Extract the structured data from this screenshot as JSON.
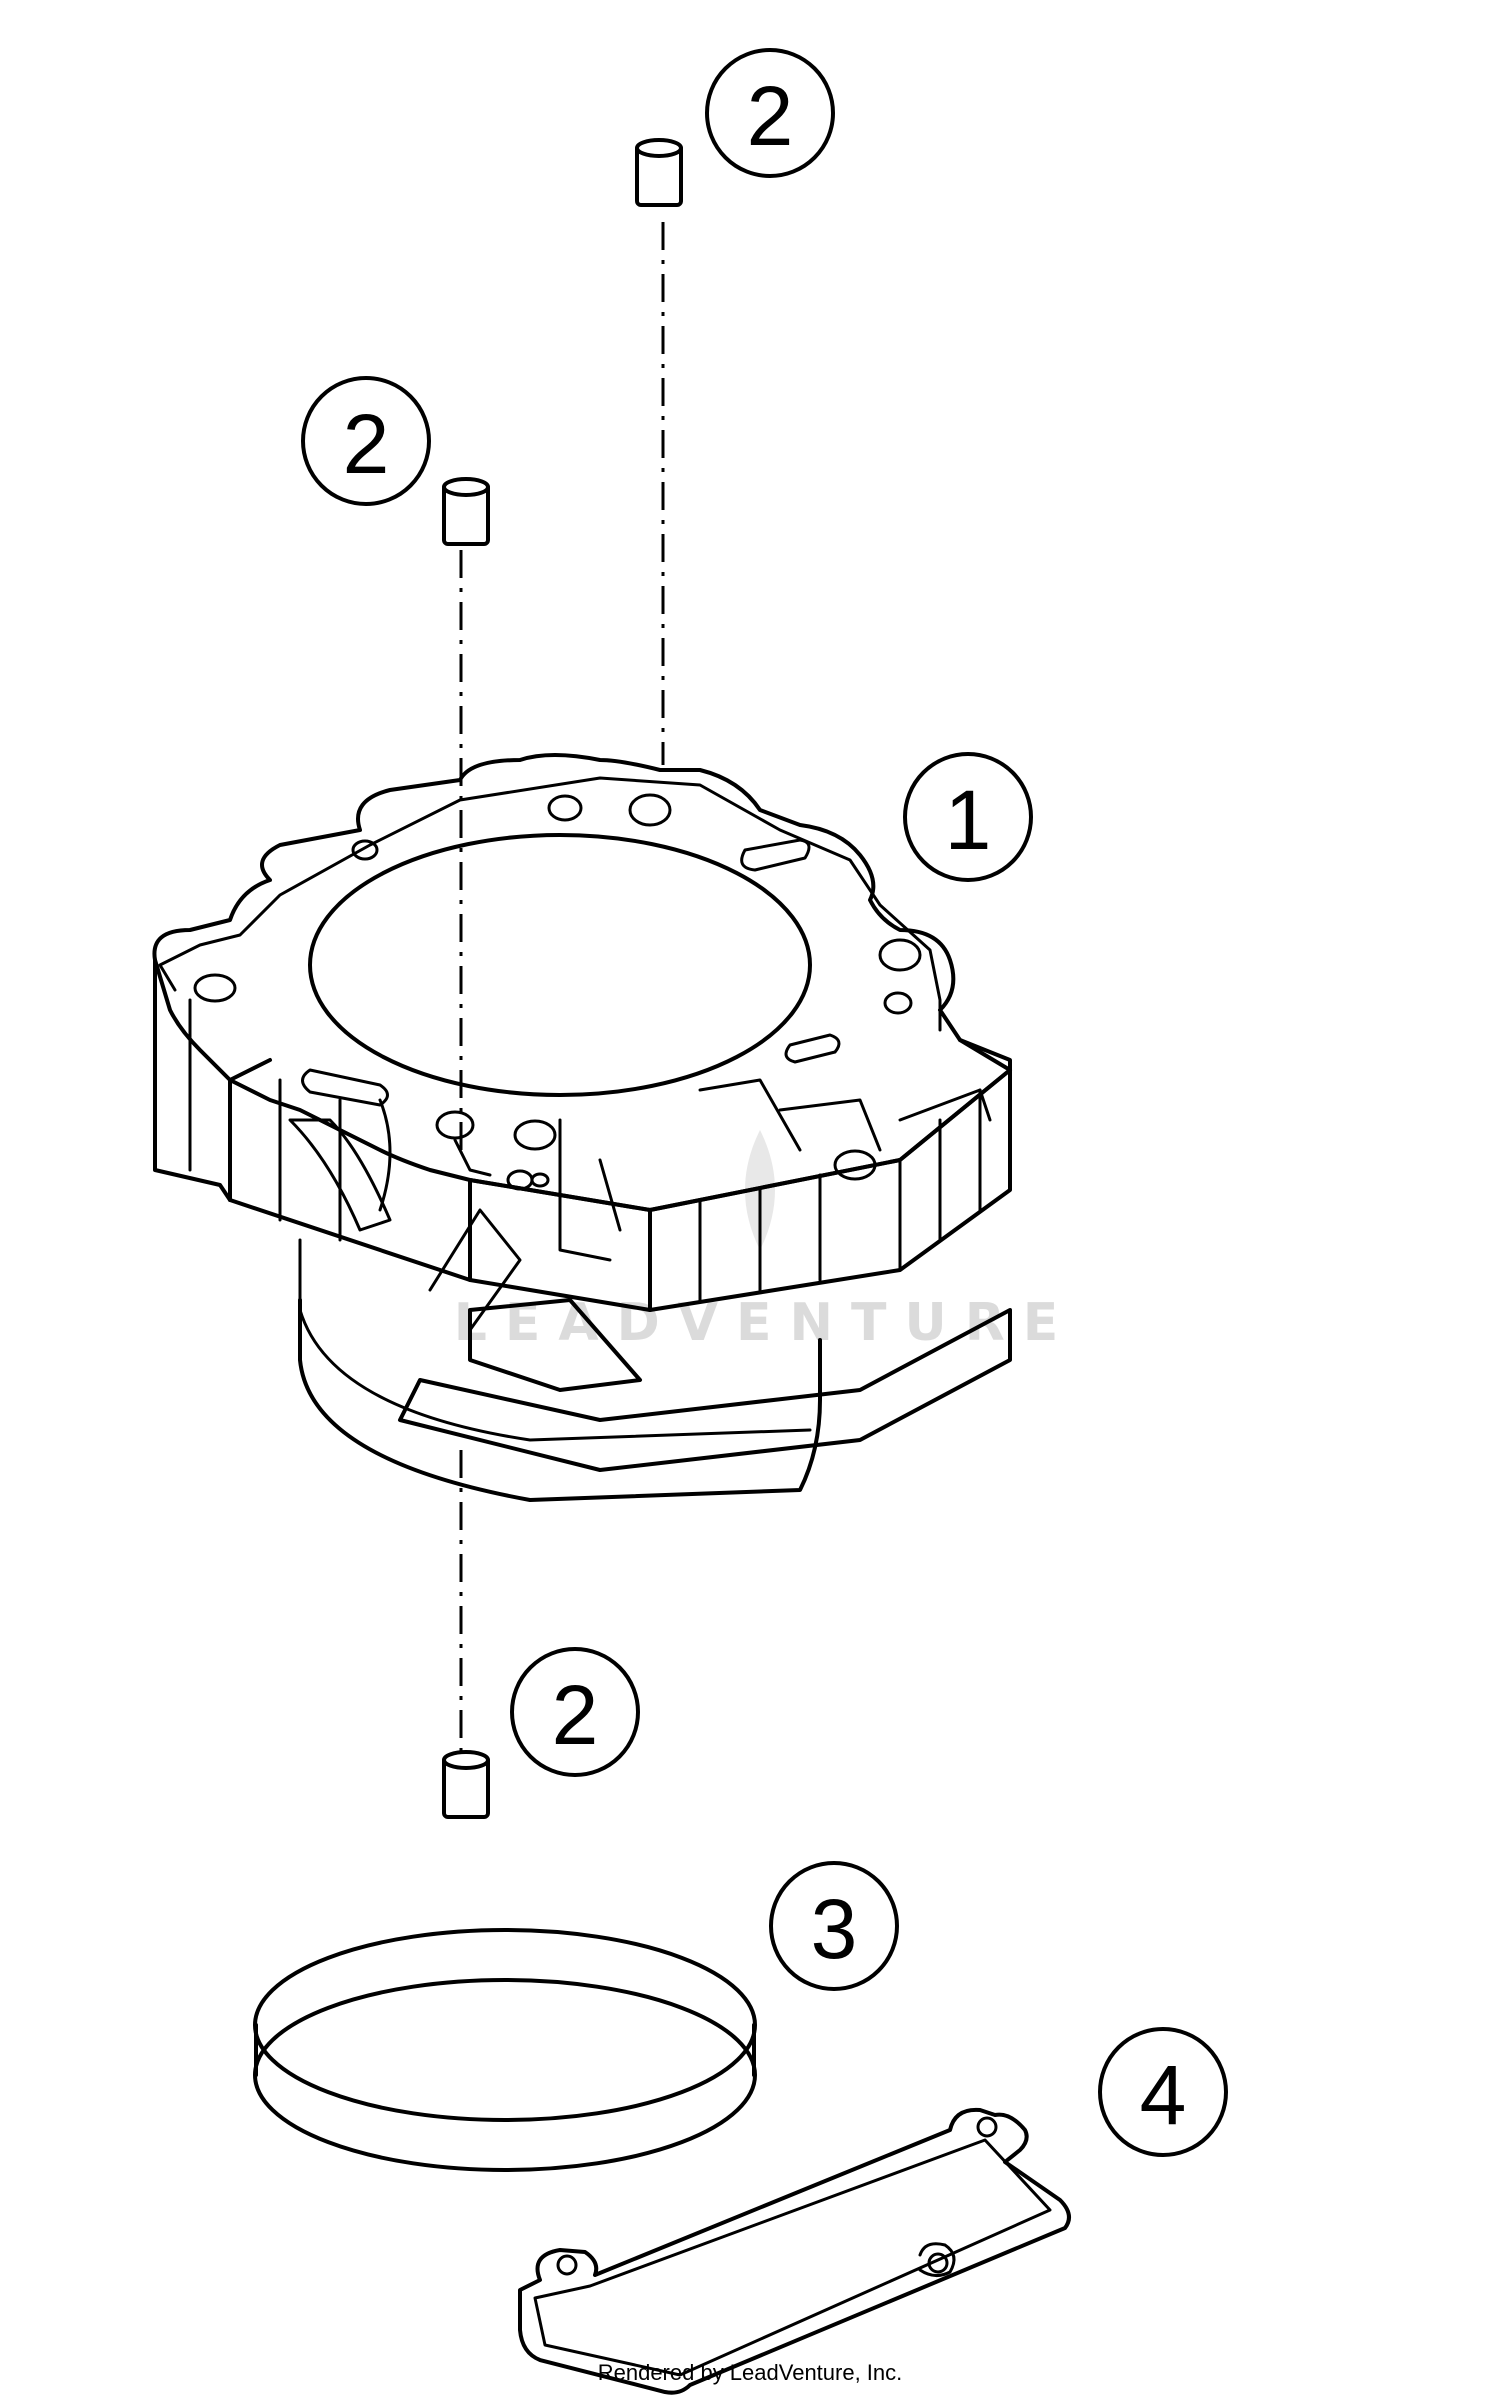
{
  "callouts": {
    "part_1": "1",
    "part_2_top": "2",
    "part_2_left": "2",
    "part_2_bottom": "2",
    "part_3": "3",
    "part_4": "4"
  },
  "watermark": "LEADVENTURE",
  "credit": "Rendered by LeadVenture, Inc."
}
